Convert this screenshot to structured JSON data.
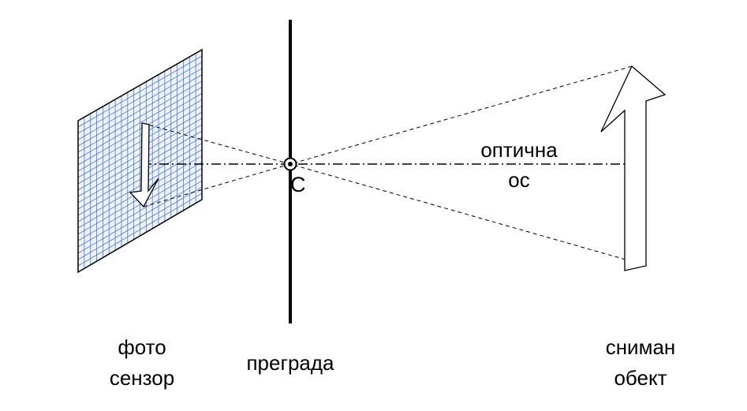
{
  "labels": {
    "center": "C",
    "optical_axis_line1": "оптична",
    "optical_axis_line2": "ос",
    "sensor_line1": "фото",
    "sensor_line2": "сензор",
    "barrier": "преграда",
    "object_line1": "сниман",
    "object_line2": "обект"
  },
  "colors": {
    "ink": "#000000",
    "grid": "#4a78e0",
    "sensor_fill": "#eef3ff"
  }
}
